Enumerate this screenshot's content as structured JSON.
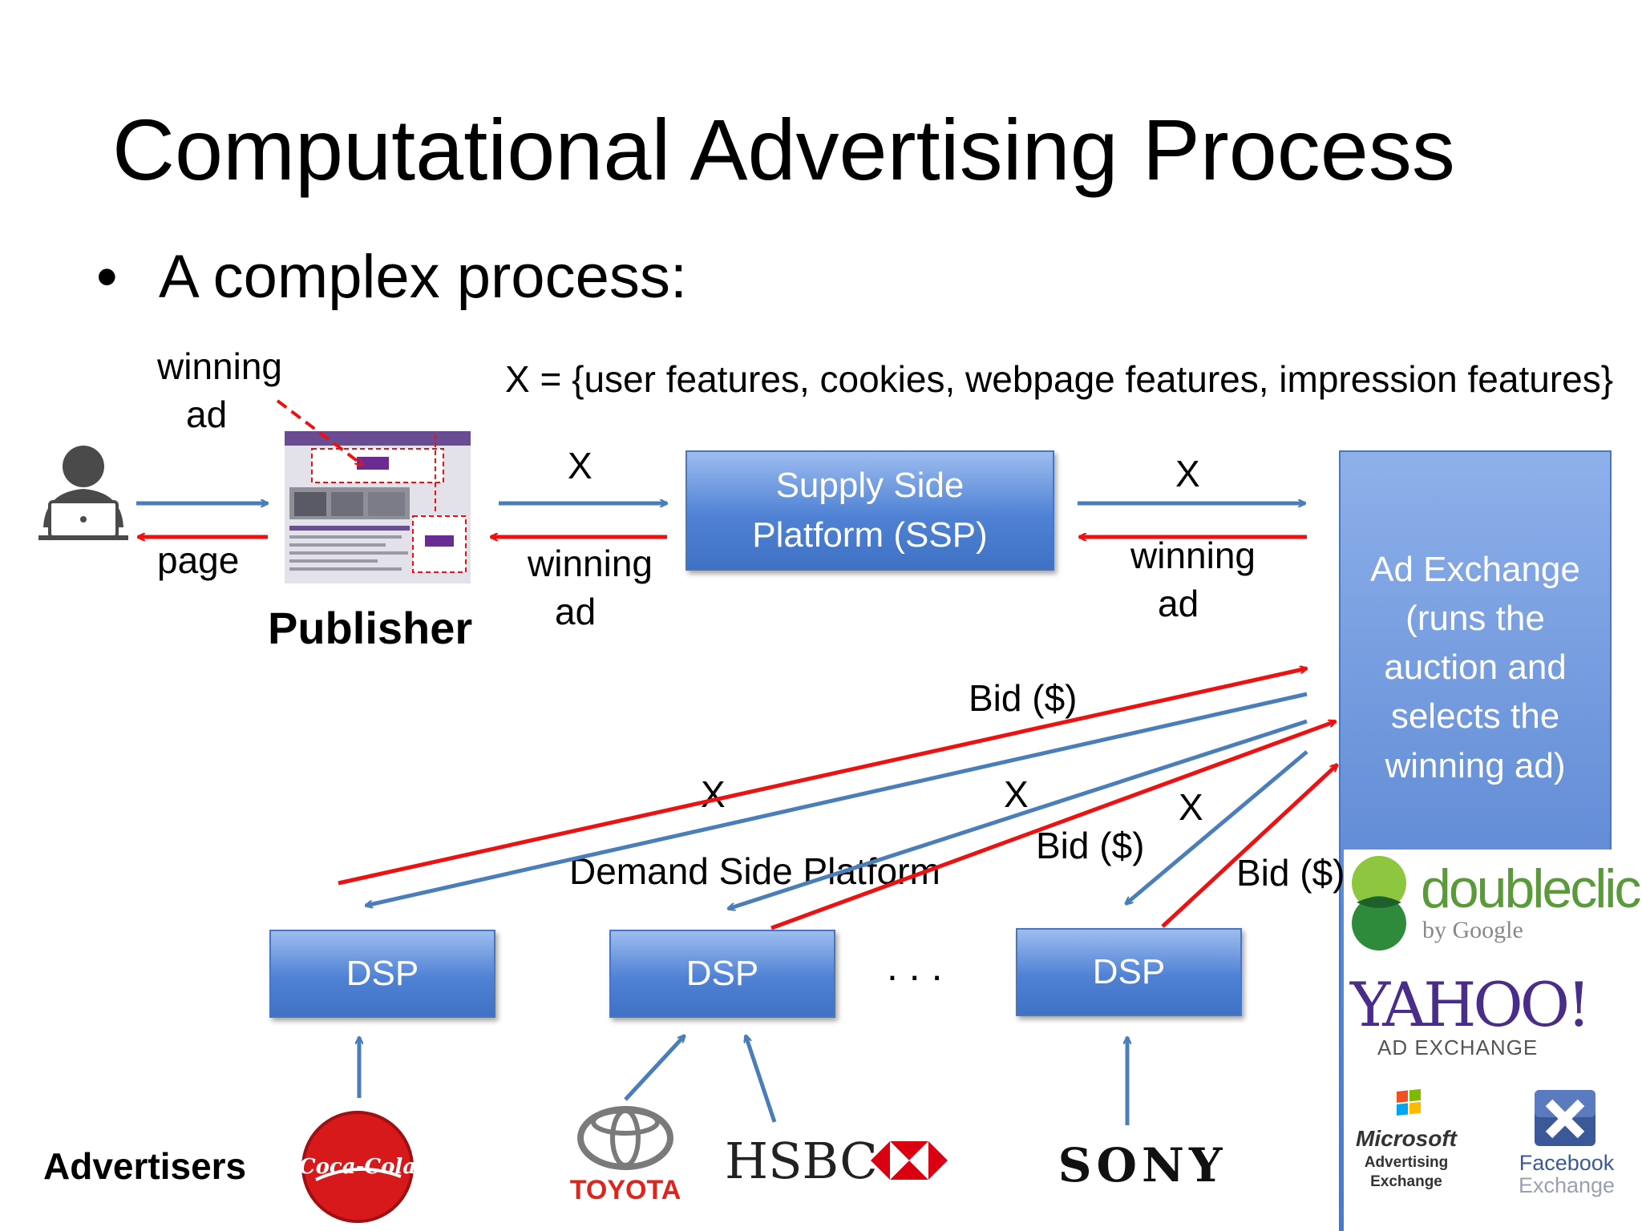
{
  "slide": {
    "title": "Computational Advertising Process",
    "bullet": "A complex process:",
    "bullet_marker": "•"
  },
  "formula": "X = {user features, cookies, webpage features, impression features}",
  "labels": {
    "winning_ad_1": "winning",
    "winning_ad_1b": "ad",
    "page": "page",
    "publisher": "Publisher",
    "x1": "X",
    "winning_ad_2": "winning",
    "winning_ad_2b": "ad",
    "x2": "X",
    "winning_ad_3": "winning",
    "winning_ad_3b": "ad",
    "bid1": "Bid ($)",
    "bid2": "Bid ($)",
    "bid3": "Bid ($)",
    "x3": "X",
    "x4": "X",
    "x5": "X",
    "demand_side": "Demand Side Platform",
    "ellipsis": ". . .",
    "advertisers": "Advertisers"
  },
  "boxes": {
    "ssp_line1": "Supply Side",
    "ssp_line2": "Platform (SSP)",
    "dsp1": "DSP",
    "dsp2": "DSP",
    "dsp3": "DSP",
    "adx_lines": [
      "Ad Exchange",
      "(runs the",
      "auction and",
      "selects the",
      "winning ad)"
    ]
  },
  "advertiser_logos": {
    "cocacola": "Coca-Cola",
    "toyota": "TOYOTA",
    "hsbc": "HSBC",
    "sony": "SONY"
  },
  "exchange_logos": {
    "doubleclick": "doubleclick",
    "doubleclick_sub": "by Google",
    "yahoo": "YAHOO!",
    "yahoo_sub": "AD EXCHANGE",
    "microsoft": "Microsoft",
    "microsoft_sub1": "Advertising",
    "microsoft_sub2": "Exchange",
    "facebook": "Facebook",
    "facebook_sub": "Exchange"
  },
  "colors": {
    "blue_arrow": "#4a7ebb",
    "red_arrow": "#ee1111",
    "box_blue": "#4f81d4"
  }
}
